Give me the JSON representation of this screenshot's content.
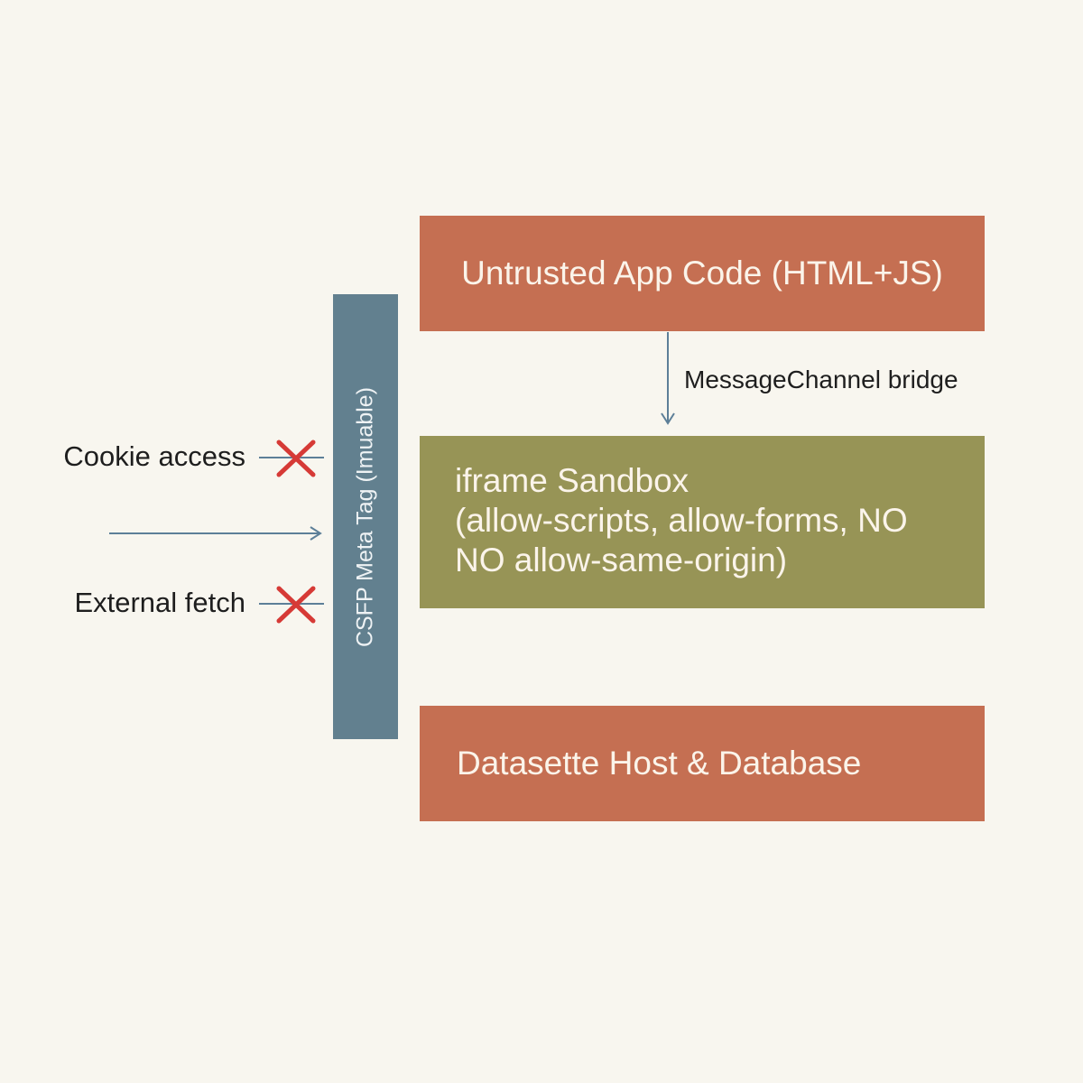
{
  "diagram": {
    "untrusted_app": "Untrusted App Code (HTML+JS)",
    "bridge_label": "MessageChannel bridge",
    "sandbox": {
      "line1": "iframe Sandbox",
      "line2": "(allow-scripts, allow-forms, NO",
      "line3": "NO allow-same-origin)"
    },
    "host": "Datasette Host & Database",
    "csp_label": "CSFP Meta Tag (Imuable)",
    "blocked": [
      "Cookie access",
      "External fetch"
    ]
  },
  "colors": {
    "background": "#f8f6ef",
    "app_box": "#c56f52",
    "sandbox_box": "#979456",
    "host_box": "#c56f52",
    "csp_bar": "#62808f",
    "arrow": "#5d7f98",
    "block_mark": "#d63a36"
  },
  "icons": {
    "block": "x-mark-icon",
    "arrow": "arrow-right-icon"
  }
}
